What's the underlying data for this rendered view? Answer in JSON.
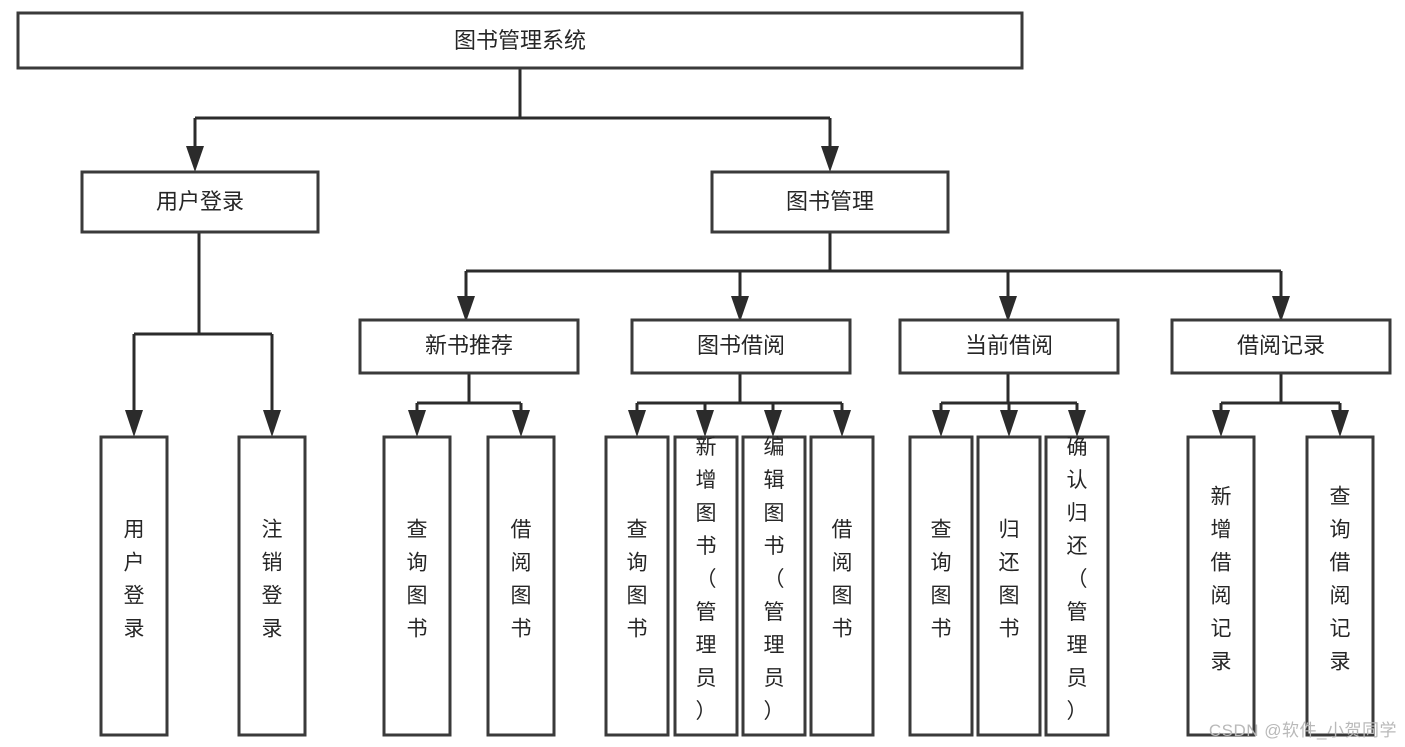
{
  "diagram": {
    "type": "tree-hierarchy-chart",
    "title_text": "图书管理系统",
    "watermark": "CSDN @软件_小贺同学",
    "colors": {
      "box_stroke": "#3a3a3a",
      "edge_stroke": "#2b2b2b",
      "box_fill": "#ffffff",
      "text": "#262626",
      "watermark": "#b9b9b9",
      "background": "#ffffff"
    },
    "nodes": {
      "root": "图书管理系统",
      "level2": [
        "用户登录",
        "图书管理"
      ],
      "level3": [
        "新书推荐",
        "图书借阅",
        "当前借阅",
        "借阅记录"
      ],
      "leaves_user_login": [
        "用户登录",
        "注销登录"
      ],
      "leaves_new_book": [
        "查询图书",
        "借阅图书"
      ],
      "leaves_borrow": [
        "查询图书",
        "新增图书（管理员）",
        "编辑图书（管理员）",
        "借阅图书"
      ],
      "leaves_current": [
        "查询图书",
        "归还图书",
        "确认归还（管理员）"
      ],
      "leaves_records": [
        "新增借阅记录",
        "查询借阅记录"
      ]
    }
  }
}
